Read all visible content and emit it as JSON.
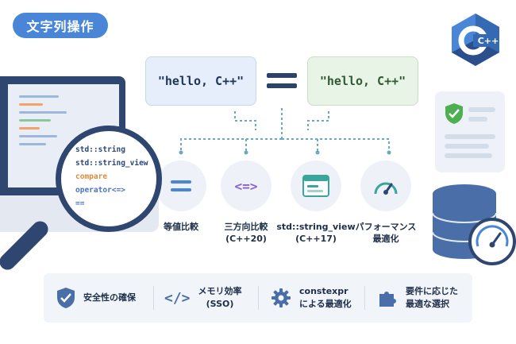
{
  "title": "文字列操作",
  "code_left": "\"hello, C++\"",
  "code_right": "\"hello, C++\"",
  "logo_text": "C++",
  "magnifier": {
    "lines": [
      {
        "text": "std::string",
        "color": "#2b4a78"
      },
      {
        "text": "std::string_view",
        "color": "#2b4a78"
      },
      {
        "text": "compare",
        "color": "#e08a3c"
      },
      {
        "text": "operator<=>",
        "color": "#4b74c4"
      },
      {
        "text": "==",
        "color": "#4b74c4"
      }
    ]
  },
  "features": [
    {
      "icon": "equals-icon",
      "line1": "等値比較",
      "line2": ""
    },
    {
      "icon": "spaceship-operator-icon",
      "symbol": "<=>",
      "line1": "三方向比較",
      "line2": "(C++20)"
    },
    {
      "icon": "browser-window-icon",
      "line1": "std::string_view",
      "line2": "(C++17)"
    },
    {
      "icon": "speedometer-icon",
      "line1": "パフォーマンス",
      "line2": "最適化"
    }
  ],
  "bottom": [
    {
      "icon": "shield-check-icon",
      "line1": "安全性の確保",
      "line2": ""
    },
    {
      "icon": "code-brackets-icon",
      "symbol": "</>",
      "line1": "メモリ効率",
      "line2": "(SSO)"
    },
    {
      "icon": "gear-icon",
      "line1": "constexpr",
      "line2": "による最適化"
    },
    {
      "icon": "puzzle-icon",
      "line1": "要件に応じた",
      "line2": "最適な選択"
    }
  ],
  "colors": {
    "primary": "#4a86d8",
    "navy": "#2e4670",
    "green": "#4caf50",
    "code_left_bg": "#e6eefb",
    "code_right_bg": "#e8f4e6",
    "teal": "#3aa59a"
  }
}
